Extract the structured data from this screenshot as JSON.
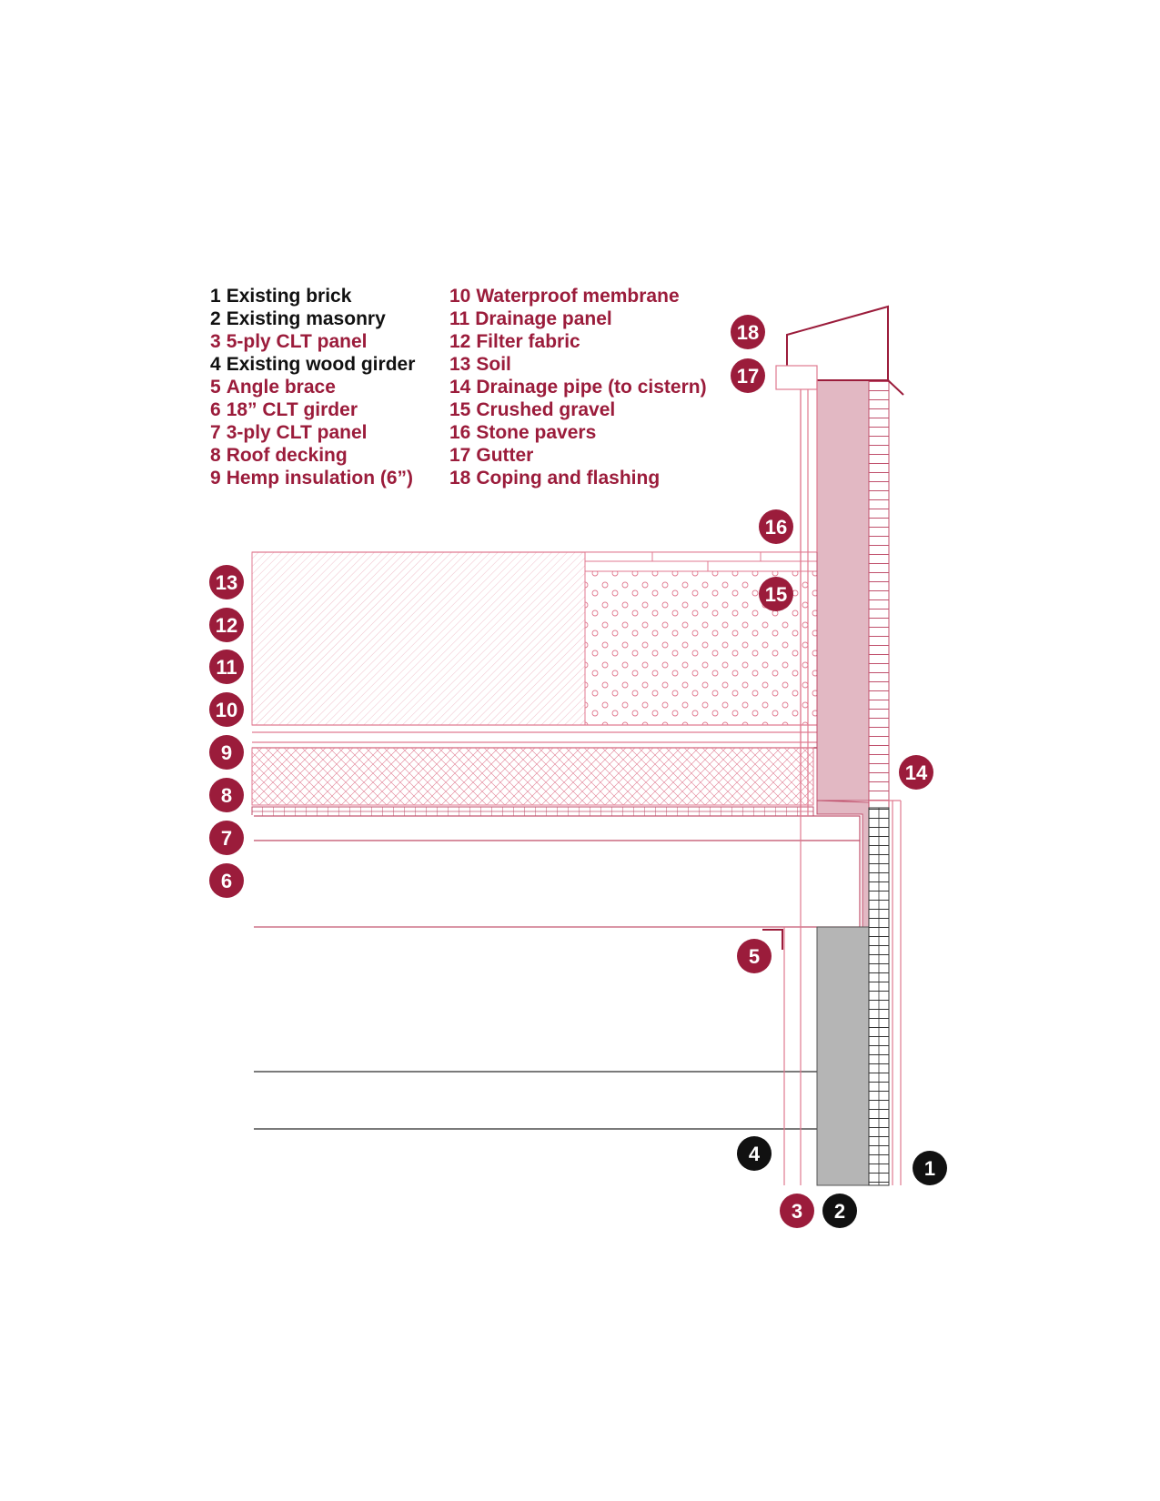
{
  "colors": {
    "crimson": "#9b1c3b",
    "pink_line": "#e07a90",
    "pink_fill": "#e2b8c3",
    "gray_fill": "#b5b5b5",
    "black": "#111111"
  },
  "legend": [
    {
      "num": "1",
      "label": "Existing brick",
      "color": "black"
    },
    {
      "num": "2",
      "label": "Existing masonry",
      "color": "black"
    },
    {
      "num": "3",
      "label": "5-ply CLT panel",
      "color": "crimson"
    },
    {
      "num": "4",
      "label": "Existing wood girder",
      "color": "black"
    },
    {
      "num": "5",
      "label": "Angle brace",
      "color": "crimson"
    },
    {
      "num": "6",
      "label": "18” CLT girder",
      "color": "crimson"
    },
    {
      "num": "7",
      "label": "3-ply CLT panel",
      "color": "crimson"
    },
    {
      "num": "8",
      "label": "Roof decking",
      "color": "crimson"
    },
    {
      "num": "9",
      "label": "Hemp insulation (6”)",
      "color": "crimson"
    },
    {
      "num": "10",
      "label": "Waterproof membrane",
      "color": "crimson"
    },
    {
      "num": "11",
      "label": "Drainage panel",
      "color": "crimson"
    },
    {
      "num": "12",
      "label": "Filter fabric",
      "color": "crimson"
    },
    {
      "num": "13",
      "label": "Soil",
      "color": "crimson"
    },
    {
      "num": "14",
      "label": "Drainage pipe (to cistern)",
      "color": "crimson"
    },
    {
      "num": "15",
      "label": "Crushed gravel",
      "color": "crimson"
    },
    {
      "num": "16",
      "label": "Stone pavers",
      "color": "crimson"
    },
    {
      "num": "17",
      "label": "Gutter",
      "color": "crimson"
    },
    {
      "num": "18",
      "label": "Coping and flashing",
      "color": "crimson"
    }
  ],
  "callouts": [
    {
      "id": "13",
      "color": "crimson"
    },
    {
      "id": "12",
      "color": "crimson"
    },
    {
      "id": "11",
      "color": "crimson"
    },
    {
      "id": "10",
      "color": "crimson"
    },
    {
      "id": "9",
      "color": "crimson"
    },
    {
      "id": "8",
      "color": "crimson"
    },
    {
      "id": "7",
      "color": "crimson"
    },
    {
      "id": "6",
      "color": "crimson"
    },
    {
      "id": "5",
      "color": "crimson"
    },
    {
      "id": "4",
      "color": "black"
    },
    {
      "id": "3",
      "color": "crimson"
    },
    {
      "id": "2",
      "color": "black"
    },
    {
      "id": "1",
      "color": "black"
    },
    {
      "id": "14",
      "color": "crimson"
    },
    {
      "id": "15",
      "color": "crimson"
    },
    {
      "id": "16",
      "color": "crimson"
    },
    {
      "id": "17",
      "color": "crimson"
    },
    {
      "id": "18",
      "color": "crimson"
    }
  ]
}
